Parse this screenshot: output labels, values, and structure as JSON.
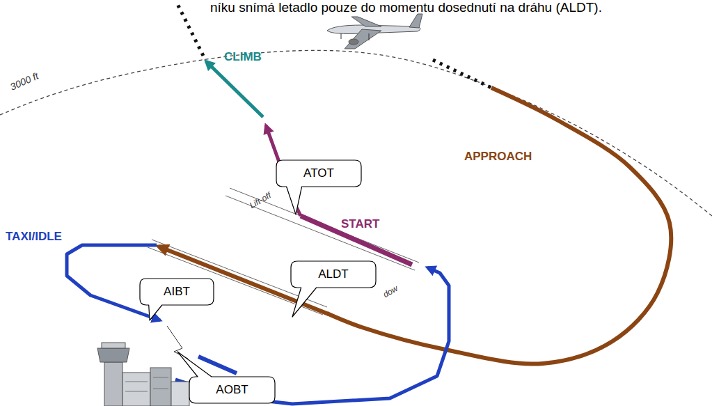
{
  "diagram": {
    "nodes": [
      {
        "text": [
          "ATOT"
        ]
      },
      {
        "text": [
          "ALDT"
        ]
      },
      {
        "text": [
          "AIBT"
        ]
      },
      {
        "text": [
          "AOBT"
        ]
      }
    ],
    "labels": [
      "níku snímá letadlo pouze do momentu dosednutí na dráhu (ALDT).",
      "CLIMB",
      "APPROACH",
      "START",
      "TAXI/IDLE",
      "3000 ft",
      "Lift-off",
      "dow"
    ]
  }
}
